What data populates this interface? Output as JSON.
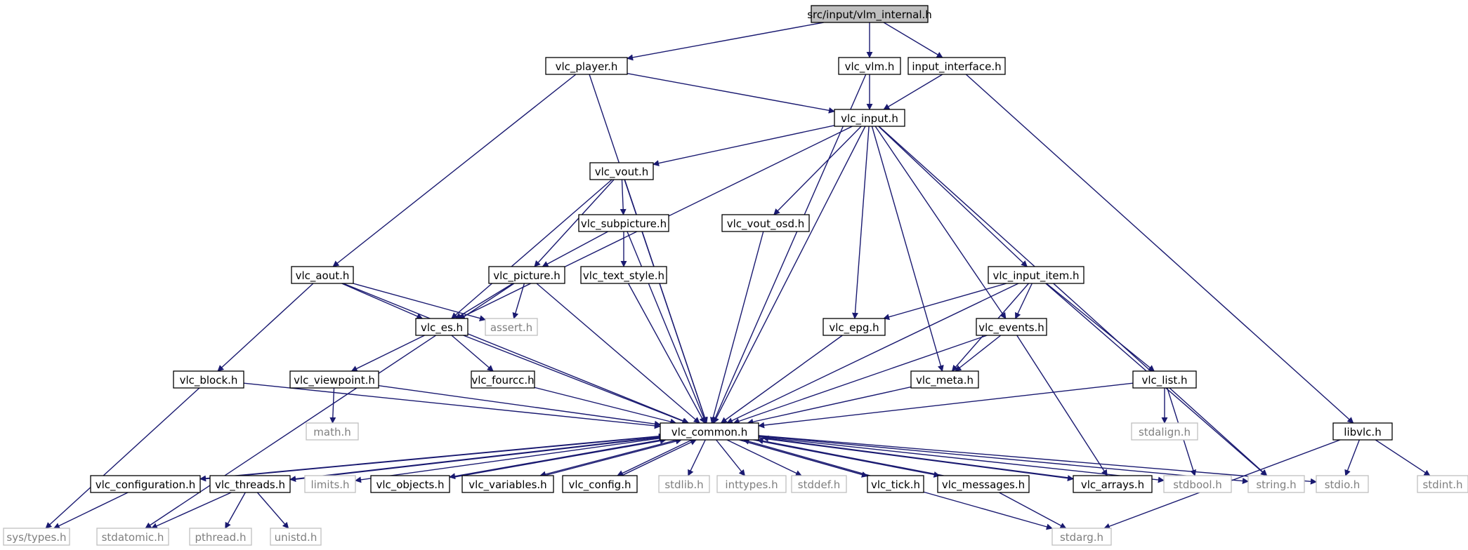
{
  "colors": {
    "edge": "#191970",
    "root_fill": "#bfbfbf",
    "local_border": "#000000",
    "system_border": "#bfbfbf",
    "system_text": "#7f7f7f"
  },
  "nodes": [
    {
      "id": "root",
      "label": "src/input/vlm_internal.h",
      "kind": "root"
    },
    {
      "id": "player",
      "label": "vlc_player.h",
      "kind": "local"
    },
    {
      "id": "vlm",
      "label": "vlc_vlm.h",
      "kind": "local"
    },
    {
      "id": "input_interface",
      "label": "input_interface.h",
      "kind": "local"
    },
    {
      "id": "input",
      "label": "vlc_input.h",
      "kind": "local"
    },
    {
      "id": "vout",
      "label": "vlc_vout.h",
      "kind": "local"
    },
    {
      "id": "subpicture",
      "label": "vlc_subpicture.h",
      "kind": "local"
    },
    {
      "id": "vout_osd",
      "label": "vlc_vout_osd.h",
      "kind": "local"
    },
    {
      "id": "aout",
      "label": "vlc_aout.h",
      "kind": "local"
    },
    {
      "id": "picture",
      "label": "vlc_picture.h",
      "kind": "local"
    },
    {
      "id": "text_style",
      "label": "vlc_text_style.h",
      "kind": "local"
    },
    {
      "id": "input_item",
      "label": "vlc_input_item.h",
      "kind": "local"
    },
    {
      "id": "es",
      "label": "vlc_es.h",
      "kind": "local"
    },
    {
      "id": "assert",
      "label": "assert.h",
      "kind": "system"
    },
    {
      "id": "epg",
      "label": "vlc_epg.h",
      "kind": "local"
    },
    {
      "id": "events",
      "label": "vlc_events.h",
      "kind": "local"
    },
    {
      "id": "block",
      "label": "vlc_block.h",
      "kind": "local"
    },
    {
      "id": "viewpoint",
      "label": "vlc_viewpoint.h",
      "kind": "local"
    },
    {
      "id": "fourcc",
      "label": "vlc_fourcc.h",
      "kind": "local"
    },
    {
      "id": "meta",
      "label": "vlc_meta.h",
      "kind": "local"
    },
    {
      "id": "list",
      "label": "vlc_list.h",
      "kind": "local"
    },
    {
      "id": "math",
      "label": "math.h",
      "kind": "system"
    },
    {
      "id": "common",
      "label": "vlc_common.h",
      "kind": "local"
    },
    {
      "id": "stdalign",
      "label": "stdalign.h",
      "kind": "system"
    },
    {
      "id": "libvlc",
      "label": "libvlc.h",
      "kind": "local"
    },
    {
      "id": "configuration",
      "label": "vlc_configuration.h",
      "kind": "local"
    },
    {
      "id": "threads",
      "label": "vlc_threads.h",
      "kind": "local"
    },
    {
      "id": "limits",
      "label": "limits.h",
      "kind": "system"
    },
    {
      "id": "objects",
      "label": "vlc_objects.h",
      "kind": "local"
    },
    {
      "id": "variables",
      "label": "vlc_variables.h",
      "kind": "local"
    },
    {
      "id": "config",
      "label": "vlc_config.h",
      "kind": "local"
    },
    {
      "id": "stdlib",
      "label": "stdlib.h",
      "kind": "system"
    },
    {
      "id": "inttypes",
      "label": "inttypes.h",
      "kind": "system"
    },
    {
      "id": "stddef",
      "label": "stddef.h",
      "kind": "system"
    },
    {
      "id": "tick",
      "label": "vlc_tick.h",
      "kind": "local"
    },
    {
      "id": "messages",
      "label": "vlc_messages.h",
      "kind": "local"
    },
    {
      "id": "arrays",
      "label": "vlc_arrays.h",
      "kind": "local"
    },
    {
      "id": "stdbool",
      "label": "stdbool.h",
      "kind": "system"
    },
    {
      "id": "string",
      "label": "string.h",
      "kind": "system"
    },
    {
      "id": "stdio",
      "label": "stdio.h",
      "kind": "system"
    },
    {
      "id": "stdint",
      "label": "stdint.h",
      "kind": "system"
    },
    {
      "id": "systypes",
      "label": "sys/types.h",
      "kind": "system"
    },
    {
      "id": "stdatomic",
      "label": "stdatomic.h",
      "kind": "system"
    },
    {
      "id": "pthread",
      "label": "pthread.h",
      "kind": "system"
    },
    {
      "id": "unistd",
      "label": "unistd.h",
      "kind": "system"
    },
    {
      "id": "stdarg",
      "label": "stdarg.h",
      "kind": "system"
    }
  ],
  "edges": [
    [
      "root",
      "player"
    ],
    [
      "root",
      "vlm"
    ],
    [
      "root",
      "input_interface"
    ],
    [
      "player",
      "input"
    ],
    [
      "player",
      "aout"
    ],
    [
      "player",
      "common"
    ],
    [
      "vlm",
      "input"
    ],
    [
      "vlm",
      "common"
    ],
    [
      "input_interface",
      "input"
    ],
    [
      "input_interface",
      "libvlc"
    ],
    [
      "input",
      "vout"
    ],
    [
      "input",
      "es"
    ],
    [
      "input",
      "vout_osd"
    ],
    [
      "input",
      "epg"
    ],
    [
      "input",
      "meta"
    ],
    [
      "input",
      "events"
    ],
    [
      "input",
      "input_item"
    ],
    [
      "input",
      "common"
    ],
    [
      "input",
      "string"
    ],
    [
      "vout",
      "subpicture"
    ],
    [
      "vout",
      "picture"
    ],
    [
      "vout",
      "es"
    ],
    [
      "vout",
      "common"
    ],
    [
      "subpicture",
      "picture"
    ],
    [
      "subpicture",
      "text_style"
    ],
    [
      "subpicture",
      "common"
    ],
    [
      "vout_osd",
      "common"
    ],
    [
      "aout",
      "es"
    ],
    [
      "aout",
      "assert"
    ],
    [
      "aout",
      "block"
    ],
    [
      "aout",
      "common"
    ],
    [
      "picture",
      "es"
    ],
    [
      "picture",
      "assert"
    ],
    [
      "picture",
      "common"
    ],
    [
      "picture",
      "stdatomic"
    ],
    [
      "text_style",
      "common"
    ],
    [
      "input_item",
      "epg"
    ],
    [
      "input_item",
      "events"
    ],
    [
      "input_item",
      "meta"
    ],
    [
      "input_item",
      "list"
    ],
    [
      "input_item",
      "common"
    ],
    [
      "input_item",
      "string"
    ],
    [
      "es",
      "viewpoint"
    ],
    [
      "es",
      "fourcc"
    ],
    [
      "es",
      "common"
    ],
    [
      "epg",
      "common"
    ],
    [
      "events",
      "meta"
    ],
    [
      "events",
      "common"
    ],
    [
      "events",
      "arrays"
    ],
    [
      "block",
      "common"
    ],
    [
      "block",
      "systypes"
    ],
    [
      "viewpoint",
      "math"
    ],
    [
      "viewpoint",
      "common"
    ],
    [
      "fourcc",
      "common"
    ],
    [
      "meta",
      "common"
    ],
    [
      "list",
      "stdalign"
    ],
    [
      "list",
      "stdbool"
    ],
    [
      "list",
      "common"
    ],
    [
      "libvlc",
      "stdio"
    ],
    [
      "libvlc",
      "stdint"
    ],
    [
      "libvlc",
      "stdarg"
    ],
    [
      "common",
      "configuration"
    ],
    [
      "common",
      "threads"
    ],
    [
      "common",
      "limits"
    ],
    [
      "common",
      "objects"
    ],
    [
      "common",
      "variables"
    ],
    [
      "common",
      "config"
    ],
    [
      "common",
      "stdlib"
    ],
    [
      "common",
      "inttypes"
    ],
    [
      "common",
      "stddef"
    ],
    [
      "common",
      "tick"
    ],
    [
      "common",
      "messages"
    ],
    [
      "common",
      "arrays"
    ],
    [
      "common",
      "stdbool"
    ],
    [
      "common",
      "string"
    ],
    [
      "common",
      "stdio"
    ],
    [
      "common",
      "stdarg"
    ],
    [
      "configuration",
      "common"
    ],
    [
      "configuration",
      "systypes"
    ],
    [
      "threads",
      "common"
    ],
    [
      "threads",
      "stdatomic"
    ],
    [
      "threads",
      "pthread"
    ],
    [
      "threads",
      "unistd"
    ],
    [
      "objects",
      "common"
    ],
    [
      "variables",
      "common"
    ],
    [
      "config",
      "common"
    ],
    [
      "tick",
      "common"
    ],
    [
      "messages",
      "common"
    ],
    [
      "messages",
      "stdarg"
    ],
    [
      "arrays",
      "common"
    ]
  ]
}
